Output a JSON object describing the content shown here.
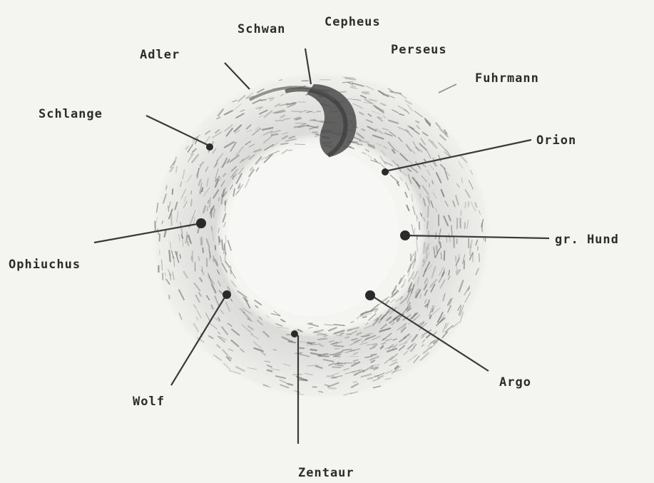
{
  "diagram": {
    "labels": {
      "schwan": "Schwan",
      "cepheus": "Cepheus",
      "perseus": "Perseus",
      "fuhrmann": "Fuhrmann",
      "adler": "Adler",
      "schlange": "Schlange",
      "orion": "Orion",
      "gr_hund": "gr. Hund",
      "ophiuchus": "Ophiuchus",
      "argo": "Argo",
      "wolf": "Wolf",
      "zentaur": "Zentaur"
    },
    "colors": {
      "background": "#f4f4f1",
      "ring": "#cfcfcf",
      "ink": "#2c2c2c"
    }
  }
}
